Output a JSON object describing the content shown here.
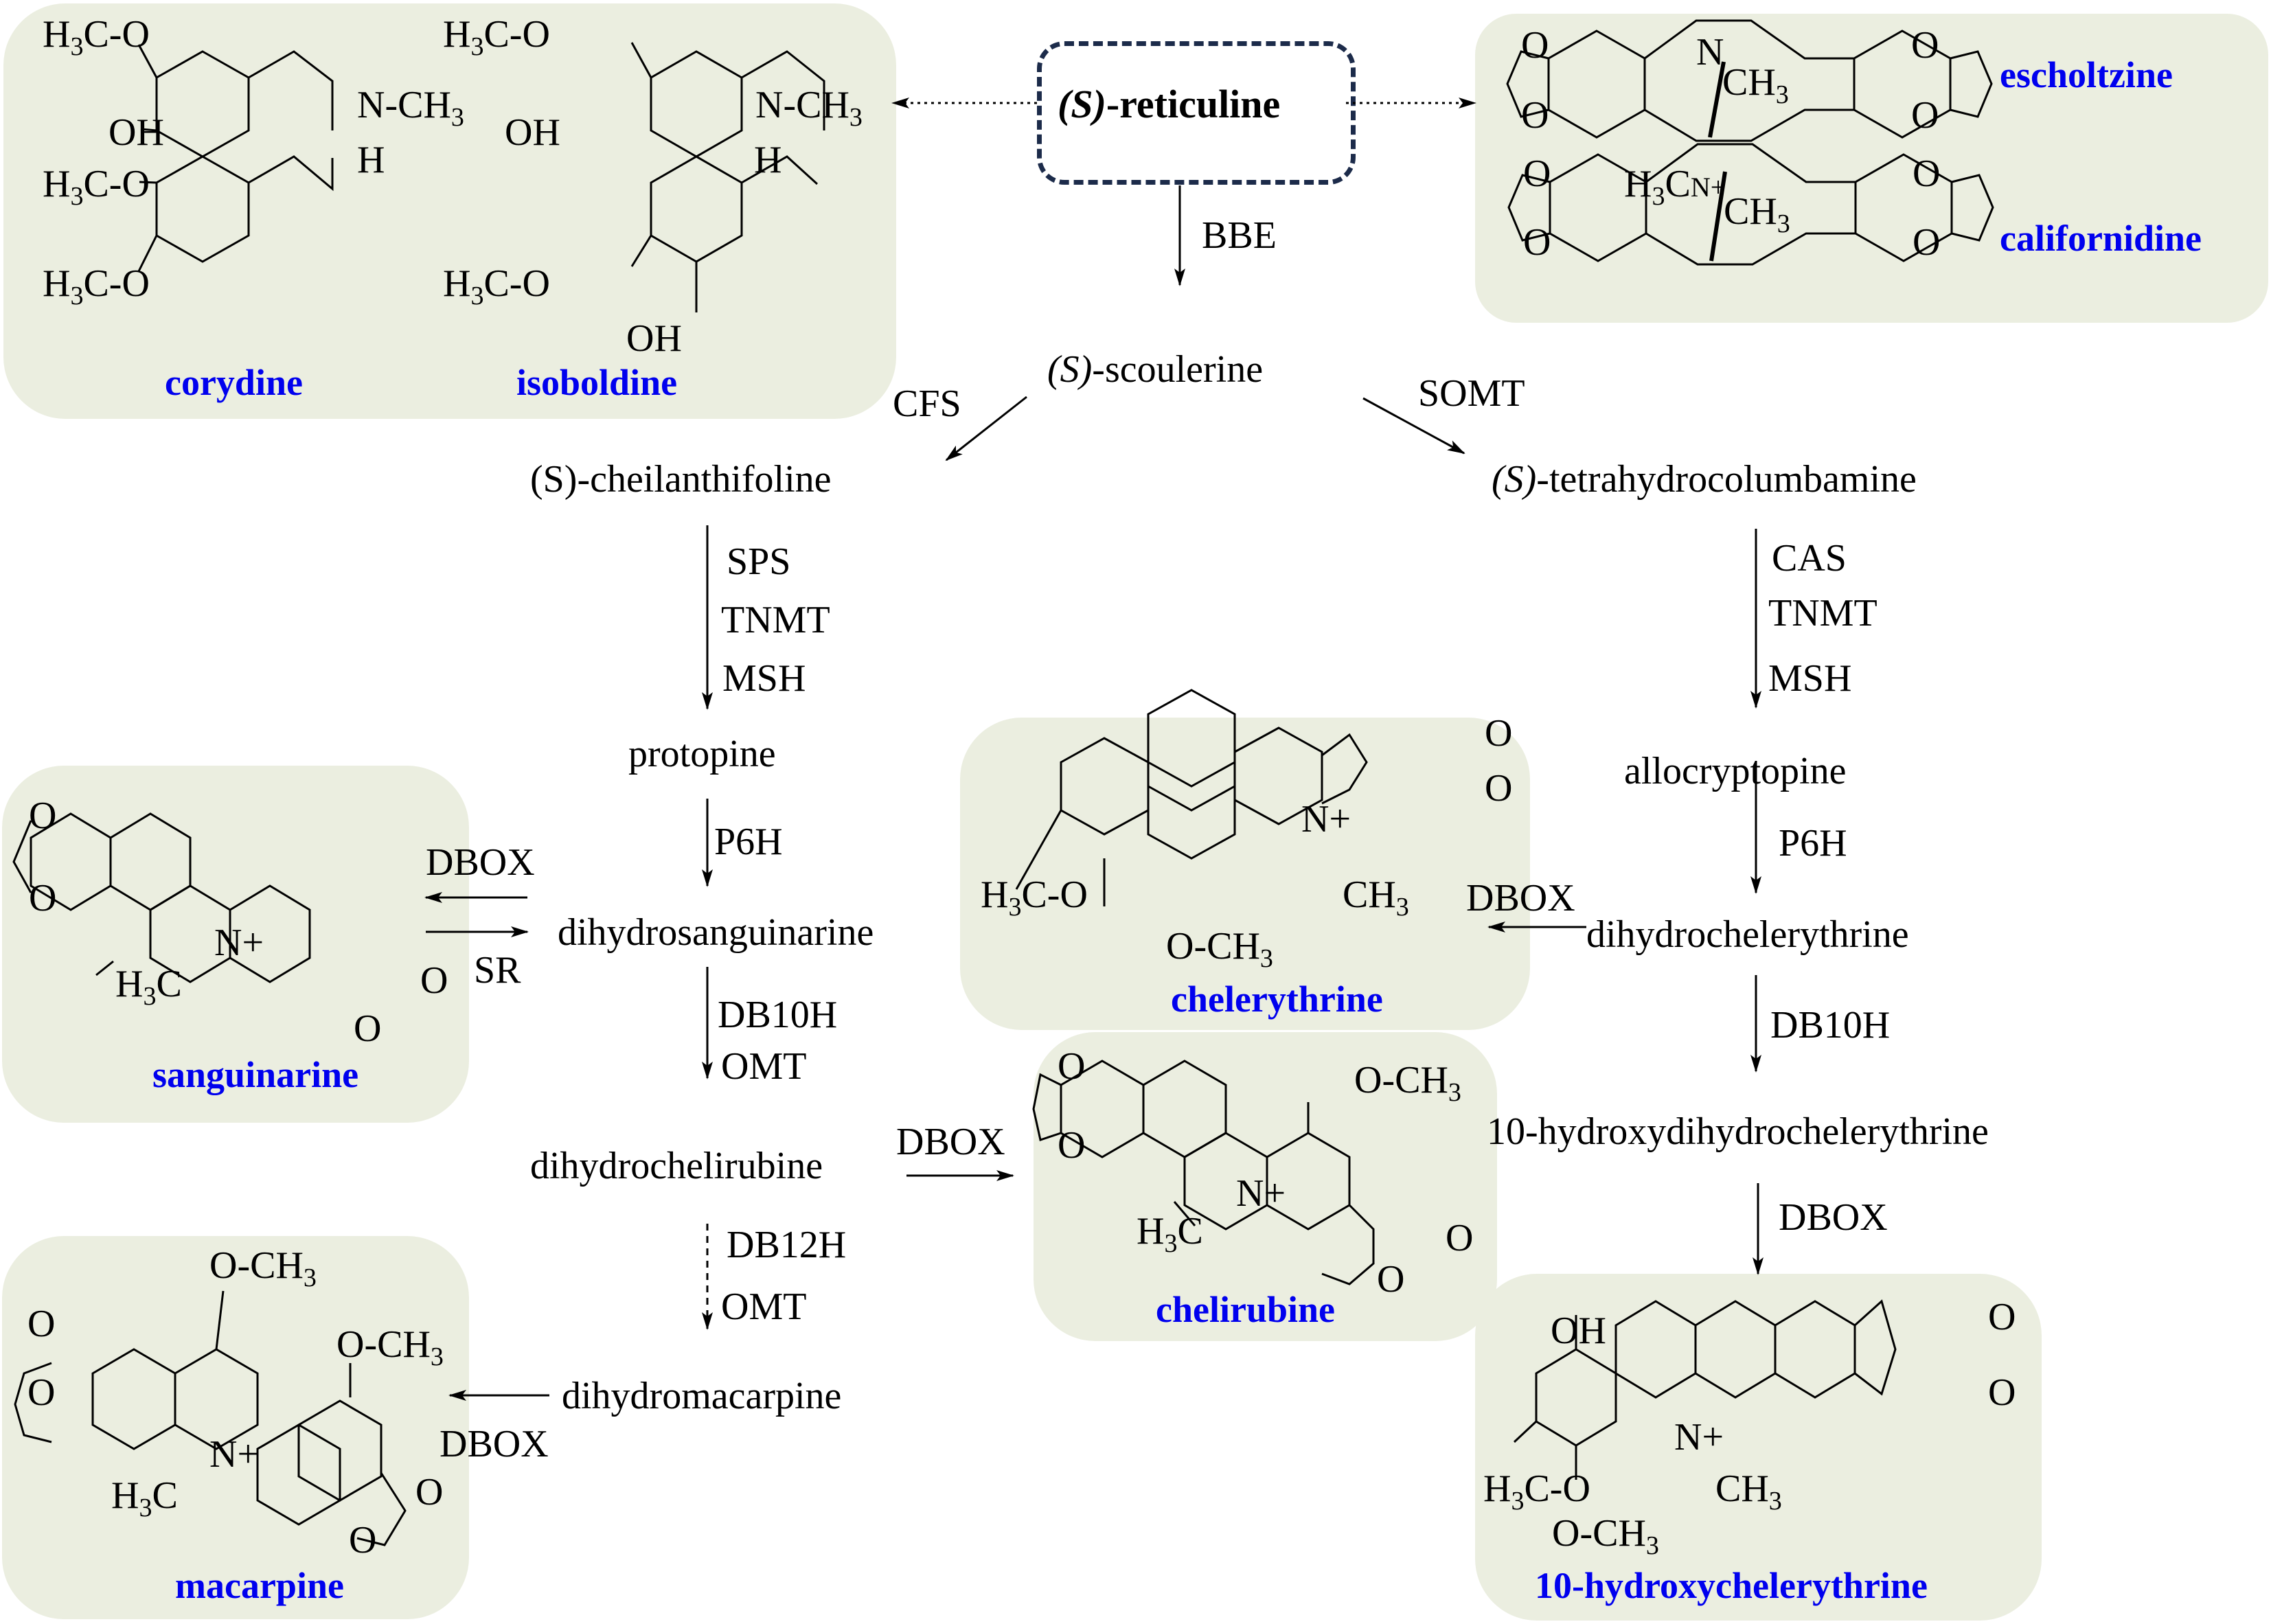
{
  "start": {
    "label_prefix": "(S)",
    "label_suffix": "-reticuline"
  },
  "intermediates": {
    "scoulerine": {
      "prefix": "(S)",
      "suffix": "-scoulerine"
    },
    "cheilanthifoline": "(S)-cheilanthifoline",
    "tetrahydrocolumbamine": {
      "prefix": "(S)",
      "suffix": "-tetrahydrocolumbamine"
    },
    "protopine": "protopine",
    "allocryptopine": "allocryptopine",
    "dihydrosanguinarine": "dihydrosanguinarine",
    "dihydrochelerythrine": "dihydrochelerythrine",
    "dihydrochelirubine": "dihydrochelirubine",
    "hydroxydihydrochelerythrine": "10-hydroxydihydrochelerythrine",
    "dihydromacarpine": "dihydromacarpine"
  },
  "enzymes": {
    "bbe": "BBE",
    "cfs": "CFS",
    "somt": "SOMT",
    "sps": "SPS",
    "tnmt_left": "TNMT",
    "msh_left": "MSH",
    "cas": "CAS",
    "tnmt_right": "TNMT",
    "msh_right": "MSH",
    "p6h_left": "P6H",
    "p6h_right": "P6H",
    "dbox_sanguinarine": "DBOX",
    "sr": "SR",
    "dbox_chelerythrine": "DBOX",
    "db10h_left": "DB10H",
    "omt_left": "OMT",
    "db10h_right": "DB10H",
    "dbox_chelirubine": "DBOX",
    "dbox_hydroxychelerythrine": "DBOX",
    "db12h": "DB12H",
    "omt_lower": "OMT",
    "dbox_macarpine": "DBOX"
  },
  "compounds": {
    "corydine": "corydine",
    "isoboldine": "isoboldine",
    "escholtzine": "escholtzine",
    "californidine": "californidine",
    "sanguinarine": "sanguinarine",
    "chelerythrine": "chelerythrine",
    "chelirubine": "chelirubine",
    "macarpine": "macarpine",
    "hydroxychelerythrine": "10-hydroxychelerythrine"
  },
  "atoms": {
    "h3c_o": [
      "H",
      "3",
      "C-O"
    ],
    "oh": "OH",
    "n_ch3": [
      "N-CH",
      "3"
    ],
    "h": "H",
    "o": "O",
    "n": "N",
    "n_plus": "N+",
    "ch3": [
      "CH",
      "3"
    ],
    "h3c": [
      "H",
      "3",
      "C"
    ],
    "o_ch3": [
      "O-CH",
      "3"
    ],
    "h3c_nplus": [
      "H",
      "3",
      "C",
      "N+"
    ]
  },
  "colors": {
    "panel": "#ebeee0",
    "compound_label": "#0000ee",
    "start_border": "#1c2b4a"
  }
}
